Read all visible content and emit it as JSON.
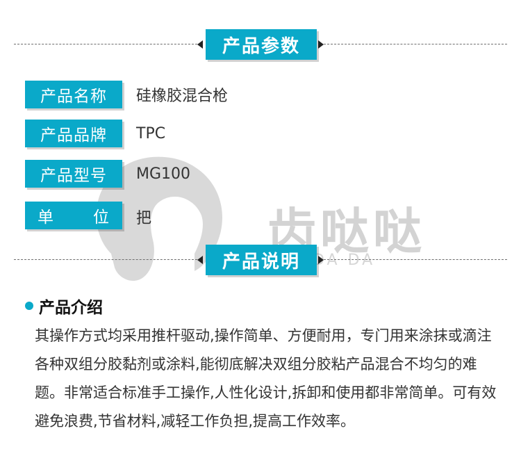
{
  "sections": {
    "params_title": "产品参数",
    "desc_title": "产品说明"
  },
  "params": [
    {
      "label": "产品名称",
      "value": "硅橡胶混合枪"
    },
    {
      "label": "产品品牌",
      "value": "TPC"
    },
    {
      "label": "产品型号",
      "value": "MG100"
    },
    {
      "label_a": "单",
      "label_b": "位",
      "value": "把"
    }
  ],
  "watermark": {
    "brand": "齿哒哒",
    "sub": "DA DA"
  },
  "intro": {
    "heading": "产品介绍",
    "body": "其操作方式均采用推杆驱动,操作简单、方便耐用，专门用来涂抹或滴注各种双组分胶黏剂或涂料,能彻底解决双组分胶粘产品混合不均匀的难题。非常适合标准手工操作,人性化设计,拆卸和使用都非常简单。可有效避免浪费,节省材料,减轻工作负担,提高工作效率。"
  }
}
